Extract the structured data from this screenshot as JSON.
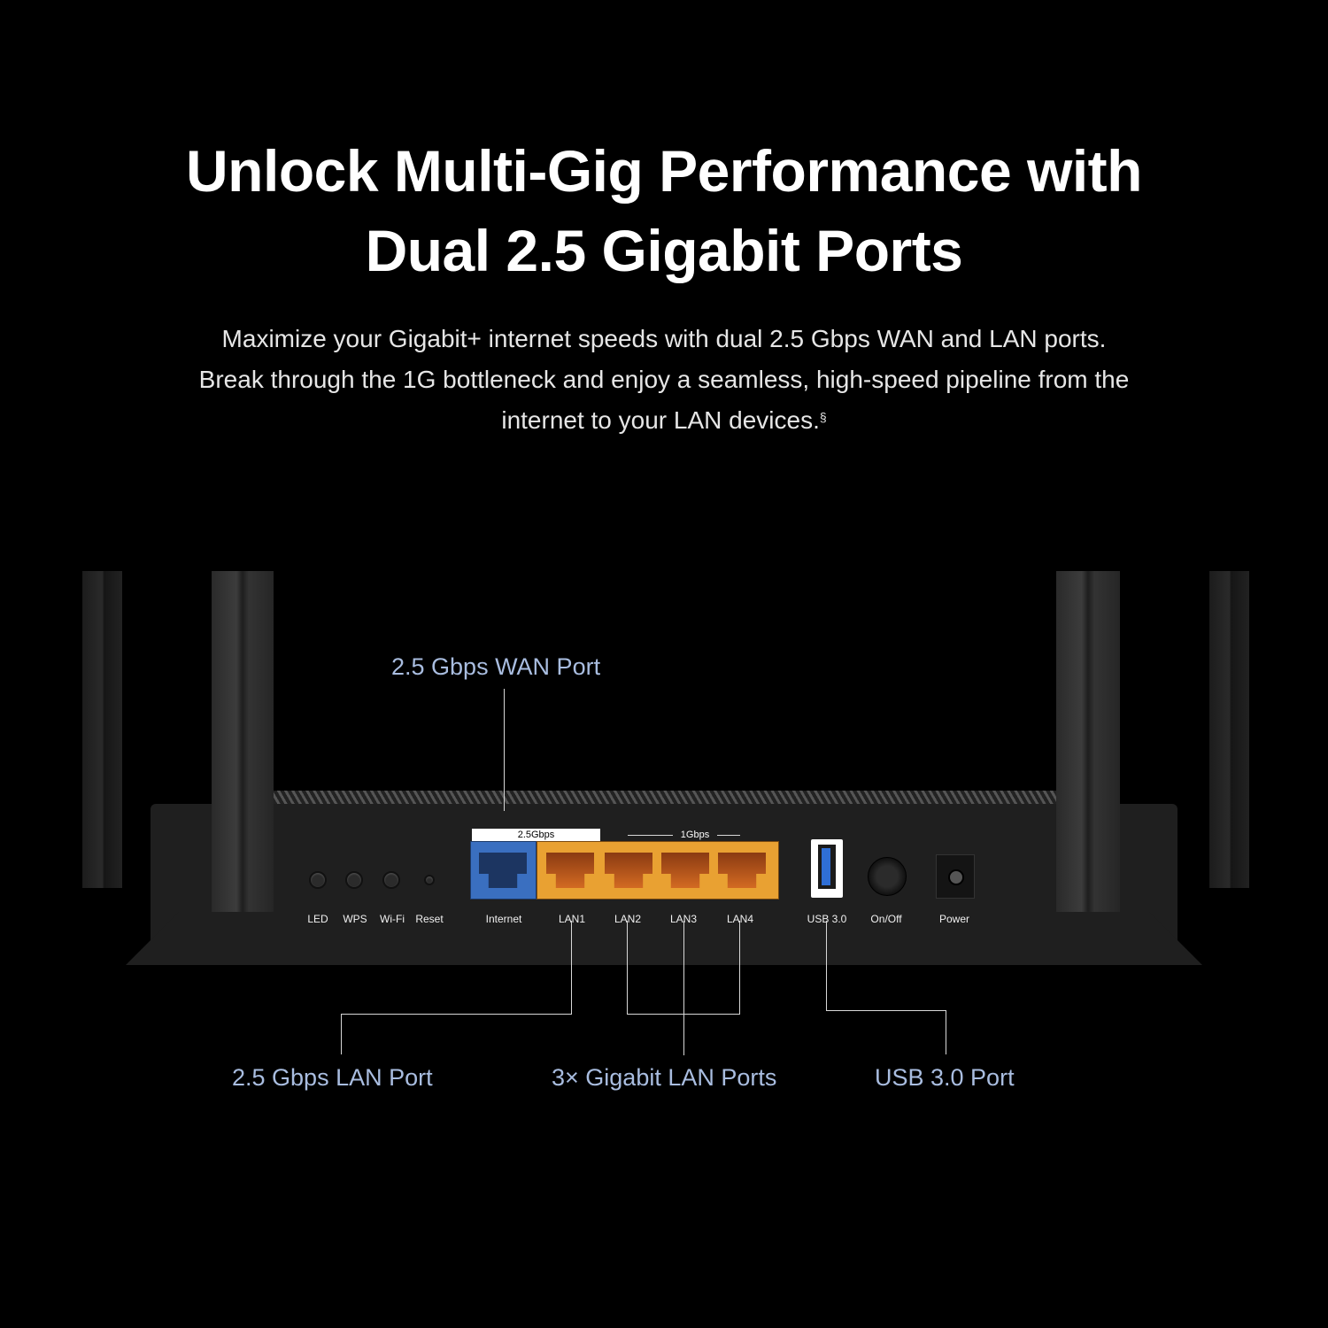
{
  "headline": {
    "line1": "Unlock Multi-Gig Performance with",
    "line2": "Dual 2.5 Gigabit Ports"
  },
  "subtext": {
    "line1": "Maximize your Gigabit+ internet speeds with dual 2.5 Gbps WAN and LAN ports.",
    "line2": "Break through the 1G bottleneck and enjoy a seamless, high-speed pipeline from  the",
    "line3": "internet to your LAN devices.",
    "footnote_mark": "§"
  },
  "callouts": {
    "wan": "2.5 Gbps WAN Port",
    "lan25": "2.5 Gbps LAN Port",
    "gigabit": "3× Gigabit LAN Ports",
    "usb": "USB 3.0 Port"
  },
  "router": {
    "speed_labels": {
      "fast": "2.5Gbps",
      "gig": "1Gbps"
    },
    "port_labels": [
      "LED",
      "WPS",
      "Wi-Fi",
      "Reset",
      "Internet",
      "LAN1",
      "LAN2",
      "LAN3",
      "LAN4",
      "USB 3.0",
      "On/Off",
      "Power"
    ]
  },
  "colors": {
    "accent_label": "#a9bde0",
    "wan_port": "#3a6fc0",
    "lan_ports": "#e9a132",
    "background": "#000000"
  }
}
